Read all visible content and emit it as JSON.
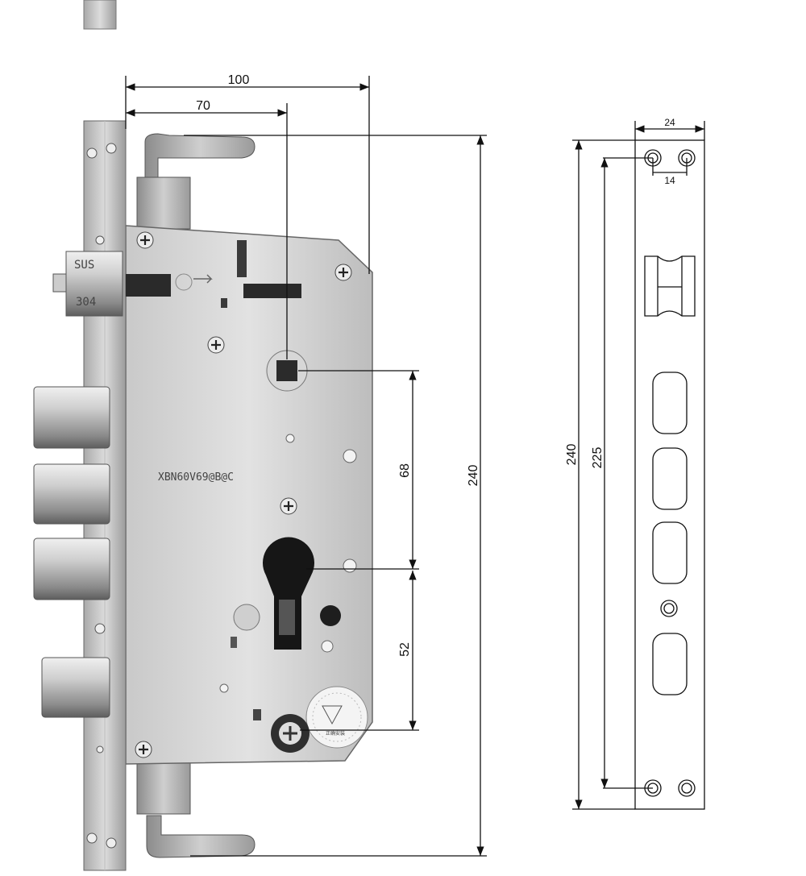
{
  "lock_body": {
    "engraving": "XBN60V69@B@C",
    "faceplate_stamp_1": "SUS",
    "faceplate_stamp_2": "304",
    "tri_note": "正确安装"
  },
  "dimensions": {
    "total_width": "100",
    "backset": "70",
    "body_height": "240",
    "handle_to_cylinder": "68",
    "cylinder_to_knob": "52"
  },
  "strike_plate": {
    "width": "24",
    "hole_spacing": "14",
    "total_height": "240",
    "hole_pitch": "225"
  },
  "colors": {
    "steel_light": "#d9d9d9",
    "steel_mid": "#b8b8b8",
    "steel_dark": "#7a7a7a",
    "line": "#111111"
  }
}
